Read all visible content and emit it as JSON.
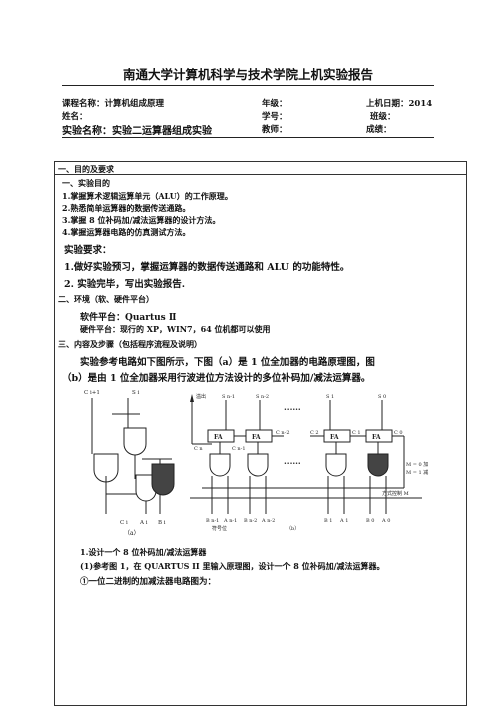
{
  "title": "南通大学计算机科学与技术学院上机实验报告",
  "header": {
    "course": "课程名称：计算机组成原理",
    "grade": "年级：",
    "date": "上机日期：2014",
    "name": "姓名：",
    "student_id": "学号：",
    "class": "班级：",
    "experiment": "实验名称：实验二运算器组成实验",
    "teacher": "教师：",
    "score": "成绩："
  },
  "sections": {
    "s1_heading": "一、目的及要求",
    "goal_heading": "一、实验目的",
    "goals": [
      "1.掌握算术逻辑运算单元（ALU）的工作原理。",
      "2.熟悉简单运算器的数据传送通路。",
      "3.掌握 8 位补码加/减法运算器的设计方法。",
      "4.掌握运算器电路的仿真测试方法。"
    ],
    "req_heading": "实验要求：",
    "reqs": [
      "1.做好实验预习，掌握运算器的数据传送通路和 ALU 的功能特性。",
      "2.  实验完毕，写出实验报告."
    ],
    "s2_heading": "二、环境（软、硬件平台）",
    "software": "软件平台：Quartus Ⅱ",
    "hardware": "硬件平台：现行的 XP，WIN7，64 位机都可以使用",
    "s3_heading": "三、内容及步骤（包括程序流程及说明）",
    "intro": [
      "实验参考电路如下图所示，下图（a）是 1 位全加器的电路原理图，图",
      "（b）是由 1 位全加器采用行波进位方法设计的多位补码加/减法运算器。"
    ],
    "steps": [
      "1.设计一个 8 位补码加/减法运算器",
      "(1)参考图 1，在 QUARTUS II 里输入原理图，设计一个 8 位补码加/减法运算器。",
      "①一位二进制的加减法器电路图为："
    ]
  },
  "figure_a": {
    "cout_label": "C i+1",
    "sum_label": "S i",
    "bottom_labels": [
      "C i",
      "A i",
      "B i"
    ],
    "caption": "（a）"
  },
  "figure_b": {
    "overflow_label": "溢出",
    "sum_labels": [
      "S n-1",
      "S n-2",
      "S 1",
      "S 0"
    ],
    "fa_label": "FA",
    "carry_labels": [
      "C n",
      "C n-1",
      "C n-2",
      "C 2",
      "C 1",
      "C 0"
    ],
    "mode_labels": [
      "M = 0 加",
      "M = 1 减"
    ],
    "control_label": "方式控制 M",
    "input_labels": [
      "B n-1",
      "A n-1",
      "B n-2",
      "A n-2",
      "B 1",
      "A 1",
      "B 0",
      "A 0"
    ],
    "sign_label": "符号位",
    "caption": "（b）"
  }
}
